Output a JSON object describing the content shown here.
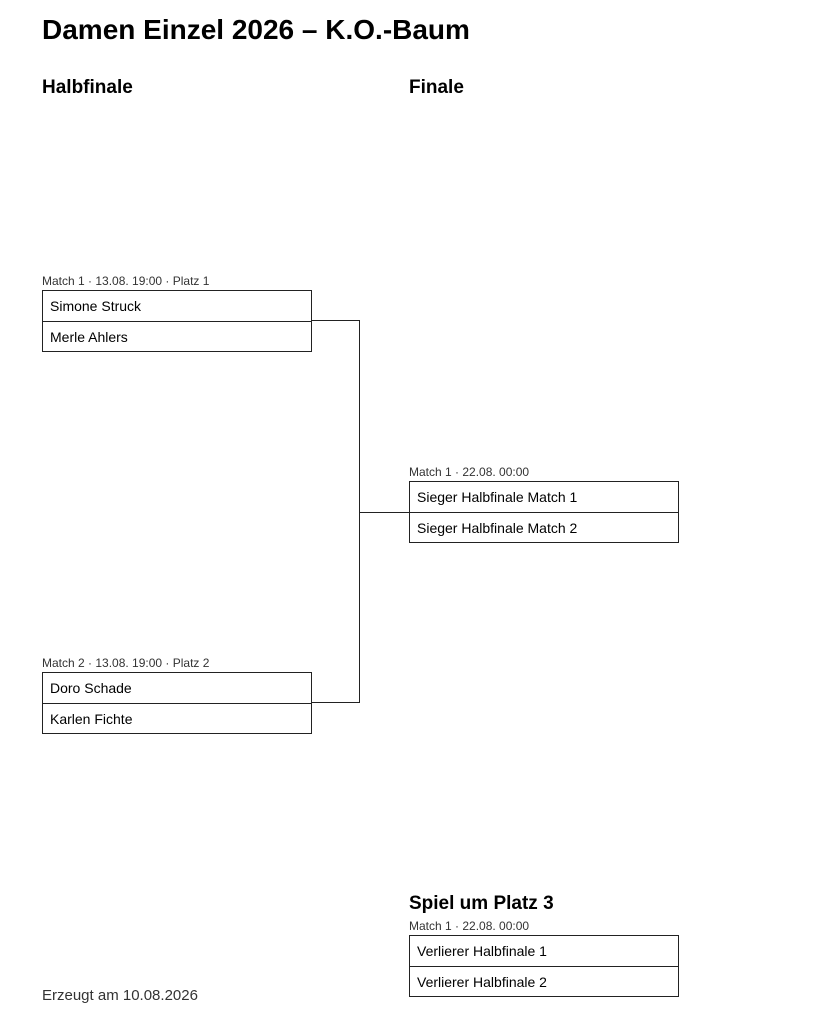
{
  "title": "Damen Einzel 2026 – K.O.-Baum",
  "rounds": {
    "semifinal": "Halbfinale",
    "final": "Finale"
  },
  "semifinal_matches": [
    {
      "meta": "Match 1 · 13.08. 19:00 · Platz 1",
      "players": [
        "Simone Struck",
        "Merle Ahlers"
      ]
    },
    {
      "meta": "Match 2 · 13.08. 19:00 · Platz 2",
      "players": [
        "Doro Schade",
        "Karlen Fichte"
      ]
    }
  ],
  "final_match": {
    "meta": "Match 1 · 22.08. 00:00",
    "players": [
      "Sieger Halbfinale Match 1",
      "Sieger Halbfinale Match 2"
    ]
  },
  "third_place": {
    "title": "Spiel um Platz 3",
    "meta": "Match 1 · 22.08. 00:00",
    "players": [
      "Verlierer Halbfinale 1",
      "Verlierer Halbfinale 2"
    ]
  },
  "footer": "Erzeugt am 10.08.2026"
}
